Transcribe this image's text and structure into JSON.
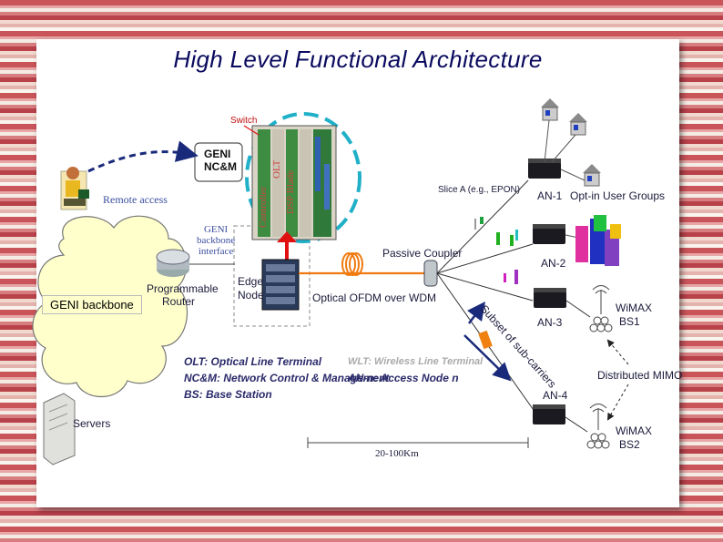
{
  "slide": {
    "title": "High Level Functional Architecture"
  },
  "diagram": {
    "geni_ncm": [
      "GENI",
      "NC&M"
    ],
    "switch_label": "Switch",
    "blade_labels": [
      "Controller",
      "OLT",
      "DSP Blade"
    ],
    "remote_access": "Remote access",
    "geni_backbone_interface": [
      "GENI",
      "backbone",
      "interface"
    ],
    "programmable_router": [
      "Programmable",
      "Router"
    ],
    "cloud_label": "GENI backbone",
    "edge_node": [
      "Edge",
      "Node"
    ],
    "passive_coupler": "Passive Coupler",
    "optical_ofdm": "Optical OFDM over WDM",
    "slice_label": "Slice A (e.g., EPON)",
    "subset_label": "Subset of sub-carriers",
    "an1": "AN-1",
    "an2": "AN-2",
    "an3": "AN-3",
    "an4": "AN-4",
    "opt_in": "Opt-in User Groups",
    "wimax_bs1": [
      "WiMAX",
      "BS1"
    ],
    "wimax_bs2": [
      "WiMAX",
      "BS2"
    ],
    "distributed_mimo": "Distributed MIMO",
    "servers": "Servers",
    "distance": "20-100Km",
    "legend": [
      "OLT: Optical Line Terminal",
      "NC&M: Network Control & Management",
      "BS: Base Station",
      "WLT: Wireless Line Terminal",
      "AN-n: Access Node n"
    ]
  },
  "colors": {
    "title": "#0a0a5e",
    "cloud": "#ffffcc",
    "fiber": "#f07a10",
    "dashed_ring": "#20b0c8",
    "arrow_red": "#e01010",
    "building_pink": "#e030a0",
    "building_blue": "#2030c0"
  },
  "icons": [
    "person-computer-icon",
    "router-icon",
    "server-icon",
    "house-icon",
    "access-node-icon",
    "antenna-icon",
    "fiber-coil-icon",
    "wimax-tower-icon"
  ]
}
